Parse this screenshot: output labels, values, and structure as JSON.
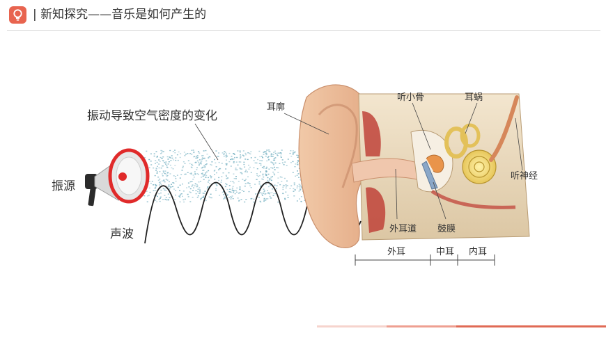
{
  "header": {
    "title": "| 新知探究——音乐是如何产生的",
    "icon": "lightbulb-icon",
    "accent_color": "#e8644f"
  },
  "diagram": {
    "caption": "振动导致空气密度的变化",
    "source_label": "振源",
    "wave_label": "声波",
    "ear_labels": {
      "pinna": "耳廓",
      "ossicles": "听小骨",
      "cochlea": "耳蜗",
      "auditory_nerve": "听神经",
      "ear_canal": "外耳道",
      "eardrum": "鼓膜"
    },
    "sections": {
      "outer": "外耳",
      "middle": "中耳",
      "inner": "内耳"
    },
    "particle_color": "#7fb6c6"
  }
}
